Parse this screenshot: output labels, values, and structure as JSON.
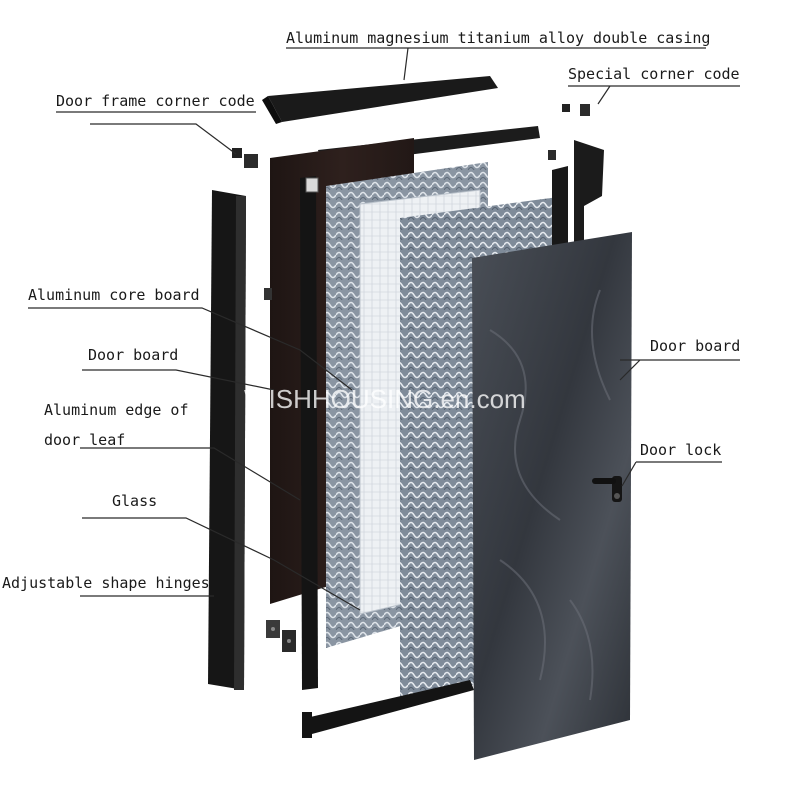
{
  "labels": {
    "top_casing": "Aluminum magnesium titanium alloy double casing",
    "special_corner": "Special corner code",
    "frame_corner": "Door frame corner code",
    "core_board": "Aluminum core board",
    "door_board_left": "Door board",
    "edge_line1": "Aluminum edge of",
    "edge_line2": "door leaf",
    "glass": "Glass",
    "hinges": "Adjustable shape hinges",
    "door_board_right": "Door board",
    "door_lock": "Door lock"
  },
  "watermark": "WISHHOUSING.en.com",
  "colors": {
    "frame": "#1b1b1b",
    "door_board_dark": "#2a1d1b",
    "core": "#7a8592",
    "glass": "#e9ecef",
    "stone": "#3b3f46",
    "lead_line": "#2a2a2a"
  }
}
